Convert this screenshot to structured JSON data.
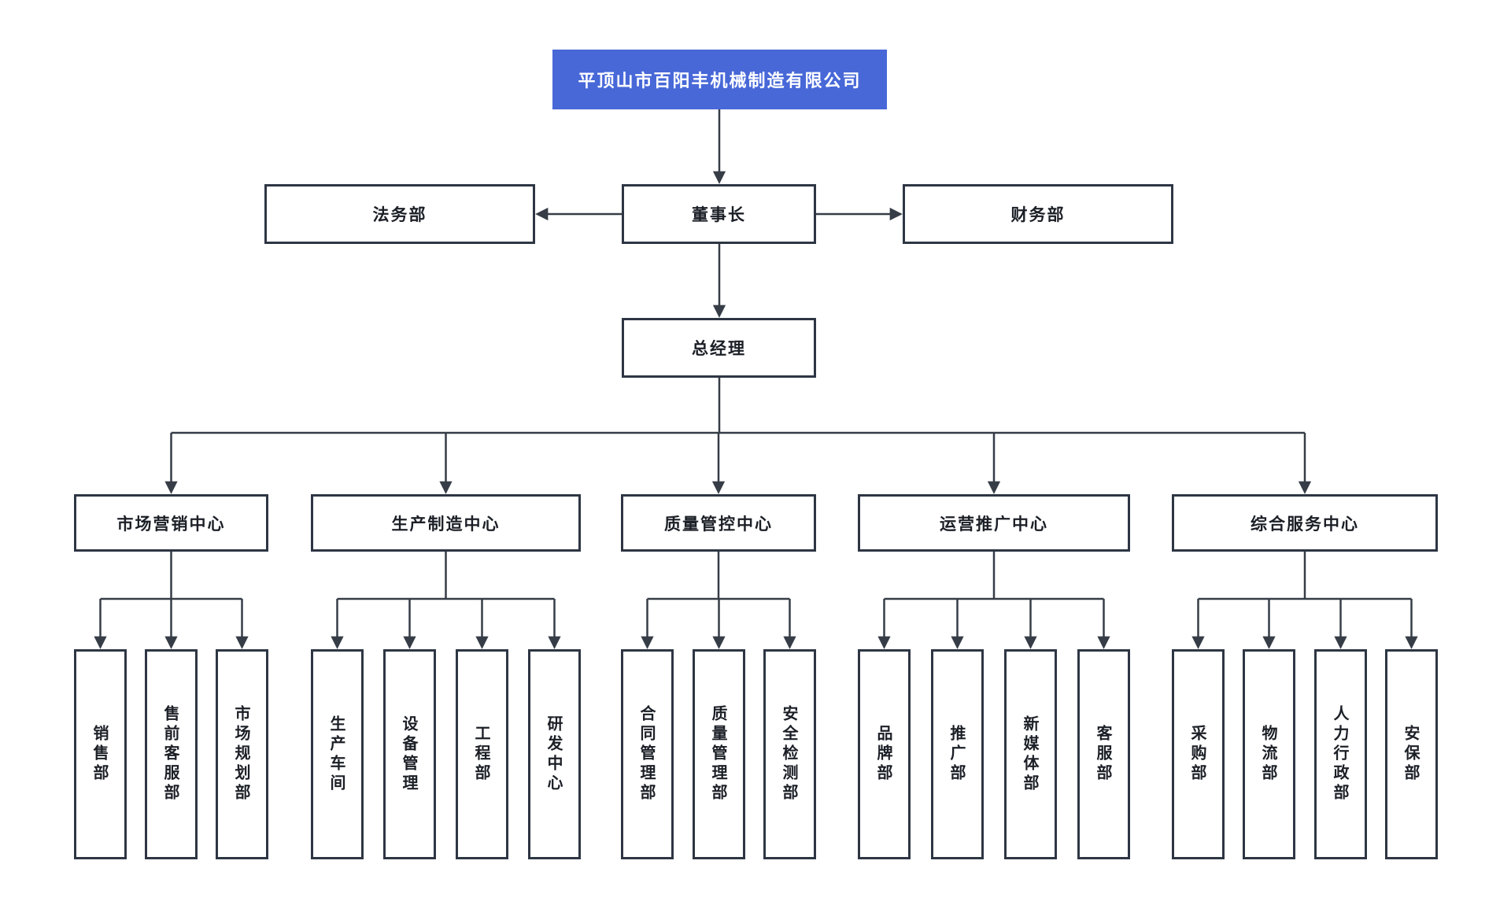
{
  "org": {
    "root": {
      "label": "平顶山市百阳丰机械制造有限公司"
    },
    "legal": {
      "label": "法务部"
    },
    "chairman": {
      "label": "董事长"
    },
    "finance": {
      "label": "财务部"
    },
    "general_manager": {
      "label": "总经理"
    },
    "centers": [
      {
        "label": "市场营销中心",
        "departments": [
          {
            "label": "销售部"
          },
          {
            "label": "售前客服部"
          },
          {
            "label": "市场规划部"
          }
        ]
      },
      {
        "label": "生产制造中心",
        "departments": [
          {
            "label": "生产车间"
          },
          {
            "label": "设备管理"
          },
          {
            "label": "工程部"
          },
          {
            "label": "研发中心"
          }
        ]
      },
      {
        "label": "质量管控中心",
        "departments": [
          {
            "label": "合同管理部"
          },
          {
            "label": "质量管理部"
          },
          {
            "label": "安全检测部"
          }
        ]
      },
      {
        "label": "运营推广中心",
        "departments": [
          {
            "label": "品牌部"
          },
          {
            "label": "推广部"
          },
          {
            "label": "新媒体部"
          },
          {
            "label": "客服部"
          }
        ]
      },
      {
        "label": "综合服务中心",
        "departments": [
          {
            "label": "采购部"
          },
          {
            "label": "物流部"
          },
          {
            "label": "人力行政部"
          },
          {
            "label": "安保部"
          }
        ]
      }
    ]
  },
  "colors": {
    "root_bg": "#4868d8",
    "root_text": "#ffffff",
    "box_border": "#2e3644",
    "line_color": "#363d47",
    "text_color": "#1b1f26",
    "canvas_bg": "#ffffff"
  }
}
